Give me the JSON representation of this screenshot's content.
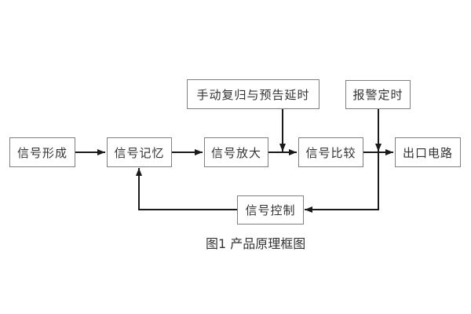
{
  "diagram": {
    "caption": "图1 产品原理框图",
    "boxes": [
      {
        "id": "signal-formation",
        "label": "信号形成"
      },
      {
        "id": "signal-memory",
        "label": "信号记忆"
      },
      {
        "id": "signal-amplification",
        "label": "信号放大"
      },
      {
        "id": "signal-comparison",
        "label": "信号比较"
      },
      {
        "id": "outlet-circuit",
        "label": "出口电路"
      },
      {
        "id": "manual-reset-delay",
        "label": "手动复归与预告延时"
      },
      {
        "id": "alarm-timing",
        "label": "报警定时"
      },
      {
        "id": "signal-control",
        "label": "信号控制"
      }
    ],
    "connections": [
      {
        "from": "信号形成",
        "to": "信号记忆",
        "style": "arrow-right"
      },
      {
        "from": "信号记忆",
        "to": "信号放大",
        "style": "arrow-right"
      },
      {
        "from": "信号放大",
        "to": "信号比较",
        "style": "arrow-right"
      },
      {
        "from": "信号比较",
        "to": "出口电路",
        "style": "arrow-right"
      },
      {
        "from": "手动复归与预告延时",
        "to": "信号放大与信号比较之间连线",
        "style": "arrow-down"
      },
      {
        "from": "报警定时",
        "to": "信号比较与出口电路之间连线",
        "style": "arrow-down"
      },
      {
        "from": "信号比较与出口电路之间连线",
        "to": "信号控制",
        "style": "arrow-left-elbow"
      },
      {
        "from": "信号控制",
        "to": "信号记忆",
        "style": "arrow-up-elbow"
      }
    ],
    "colors": {
      "background": "#ffffff",
      "box_border": "#7f7f7f",
      "box_fill": "#ffffff",
      "line": "#1a1a1a",
      "text": "#333333"
    }
  }
}
